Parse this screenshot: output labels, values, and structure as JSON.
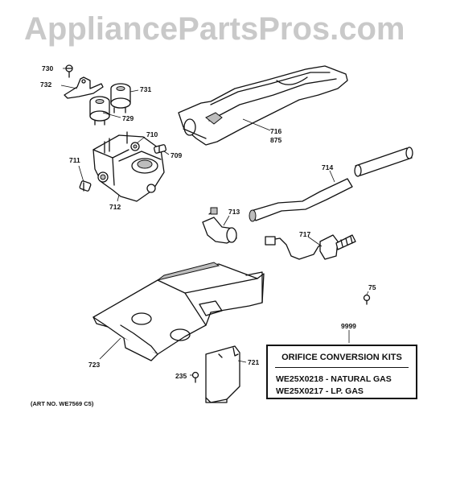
{
  "watermark": "AppliancePartsPros.com",
  "art_number": "(ART NO. WE7569 C5)",
  "callouts": {
    "c730": "730",
    "c732": "732",
    "c731": "731",
    "c729": "729",
    "c710": "710",
    "c709": "709",
    "c711": "711",
    "c712": "712",
    "c716": "716",
    "c875": "875",
    "c714": "714",
    "c713": "713",
    "c717": "717",
    "c75": "75",
    "c723": "723",
    "c9999": "9999",
    "c235": "235",
    "c721": "721"
  },
  "kits_box": {
    "title": "ORIFICE CONVERSION KITS",
    "line1": "WE25X0218 - NATURAL GAS",
    "line2": "WE25X0217 - LP. GAS"
  }
}
